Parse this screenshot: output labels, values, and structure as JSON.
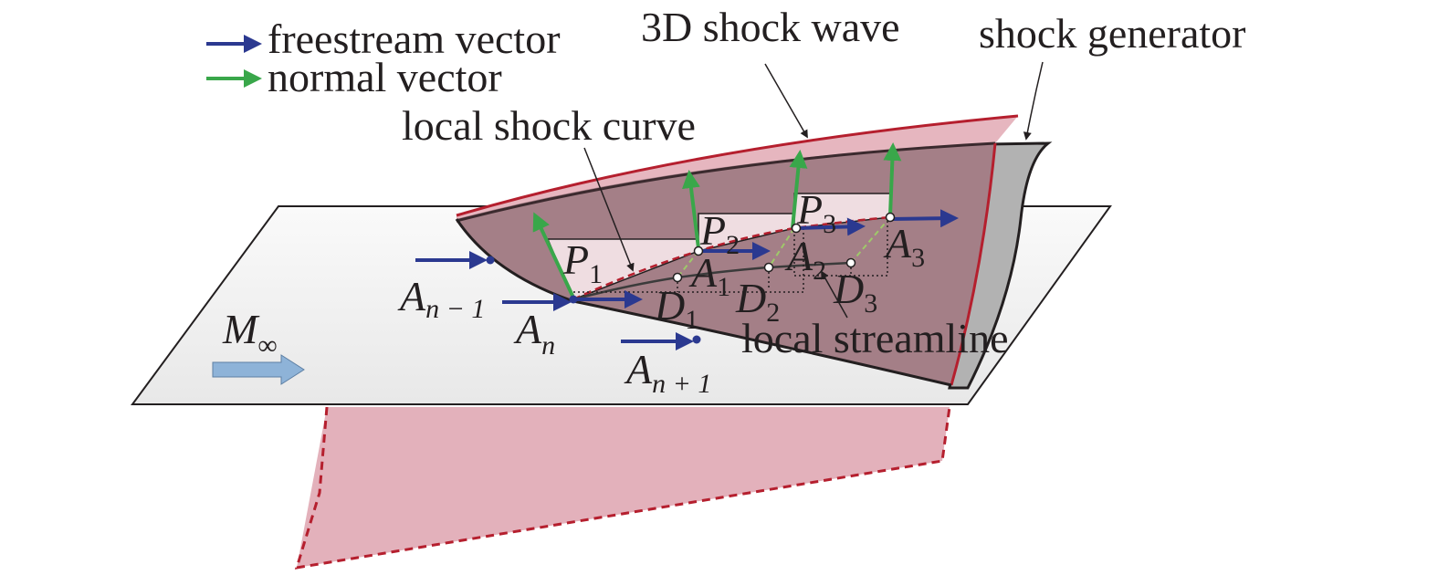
{
  "legend": {
    "freestream": {
      "label": "freestream vector",
      "color": "#2b3990"
    },
    "normal": {
      "label": "normal vector",
      "color": "#39a74a"
    }
  },
  "labels": {
    "shock_wave": "3D shock wave",
    "shock_generator": "shock generator",
    "local_shock_curve": "local shock curve",
    "local_streamline": "local streamline",
    "mach": {
      "base": "M",
      "sub": "∞"
    }
  },
  "points": {
    "A_n_minus_1": {
      "base": "A",
      "sub": "n − 1"
    },
    "A_n": {
      "base": "A",
      "sub": "n"
    },
    "A_n_plus_1": {
      "base": "A",
      "sub": "n + 1"
    },
    "P1": {
      "base": "P",
      "sub": "1"
    },
    "P2": {
      "base": "P",
      "sub": "2"
    },
    "P3": {
      "base": "P",
      "sub": "3"
    },
    "A1": {
      "base": "A",
      "sub": "1"
    },
    "A2": {
      "base": "A",
      "sub": "2"
    },
    "A3": {
      "base": "A",
      "sub": "3"
    },
    "D1": {
      "base": "D",
      "sub": "1"
    },
    "D2": {
      "base": "D",
      "sub": "2"
    },
    "D3": {
      "base": "D",
      "sub": "3"
    }
  },
  "colors": {
    "shock_fill": "#a47f87",
    "shock_fill_top": "#e6b6bf",
    "shock_edge": "#b51f2e",
    "generator": "#b2b2b2",
    "plane": "#f2f2f2",
    "below_fill": "#e3b1bb",
    "freestream_arrow": "#2b3990",
    "normal_arrow": "#39a74a",
    "mach_arrow": "#8eb3d8"
  }
}
